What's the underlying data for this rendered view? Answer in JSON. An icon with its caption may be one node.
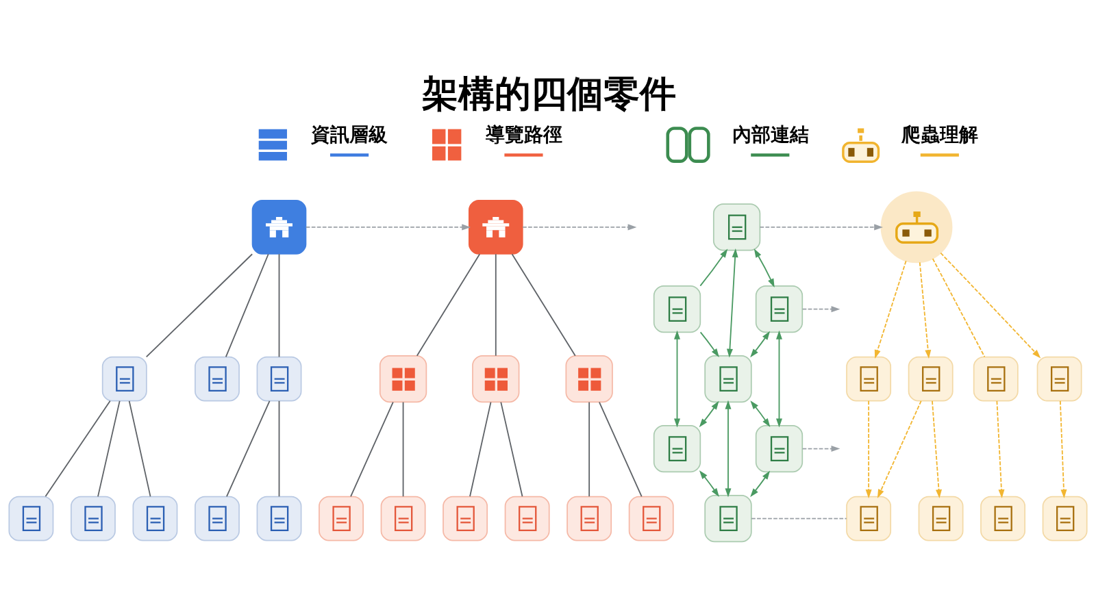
{
  "diagram": {
    "title": "架構的四個零件",
    "nodes": [
      {
        "text": [],
        "shape": "box"
      },
      {
        "text": [],
        "shape": "box"
      },
      {
        "text": [],
        "shape": "box"
      },
      {
        "text": [],
        "shape": "box"
      },
      {
        "text": [],
        "shape": "box"
      },
      {
        "text": [],
        "shape": "box"
      },
      {
        "text": [],
        "shape": "box"
      },
      {
        "text": [],
        "shape": "box"
      },
      {
        "text": [],
        "shape": "box"
      },
      {
        "text": [],
        "shape": "box"
      },
      {
        "text": [],
        "shape": "box"
      },
      {
        "text": [],
        "shape": "box"
      },
      {
        "text": [],
        "shape": "box"
      },
      {
        "text": [],
        "shape": "box"
      },
      {
        "text": [],
        "shape": "box"
      },
      {
        "text": [],
        "shape": "box"
      },
      {
        "text": [],
        "shape": "box"
      },
      {
        "text": [],
        "shape": "box"
      },
      {
        "text": [],
        "shape": "box"
      },
      {
        "text": [],
        "shape": "box"
      },
      {
        "text": [],
        "shape": "box"
      },
      {
        "text": [],
        "shape": "box"
      },
      {
        "text": [],
        "shape": "box"
      },
      {
        "text": [],
        "shape": "box"
      },
      {
        "text": [],
        "shape": "box"
      },
      {
        "text": [],
        "shape": "box"
      },
      {
        "text": [],
        "shape": "circle"
      },
      {
        "text": [],
        "shape": "box"
      },
      {
        "text": [],
        "shape": "box"
      },
      {
        "text": [],
        "shape": "box"
      },
      {
        "text": [],
        "shape": "box"
      },
      {
        "text": [],
        "shape": "box"
      },
      {
        "text": [],
        "shape": "box"
      },
      {
        "text": [],
        "shape": "box"
      },
      {
        "text": [],
        "shape": "box"
      }
    ],
    "edges": [
      {
        "from": 0,
        "to": 1,
        "arrow": "none"
      },
      {
        "from": 0,
        "to": 2,
        "arrow": "none"
      },
      {
        "from": 0,
        "to": 3,
        "arrow": "none"
      },
      {
        "from": 1,
        "to": 4,
        "arrow": "none"
      },
      {
        "from": 1,
        "to": 5,
        "arrow": "none"
      },
      {
        "from": 1,
        "to": 6,
        "arrow": "none"
      },
      {
        "from": 3,
        "to": 7,
        "arrow": "none"
      },
      {
        "from": 3,
        "to": 8,
        "arrow": "none"
      },
      {
        "from": 9,
        "to": 10,
        "arrow": "none"
      },
      {
        "from": 9,
        "to": 11,
        "arrow": "none"
      },
      {
        "from": 9,
        "to": 12,
        "arrow": "none"
      },
      {
        "from": 10,
        "to": 13,
        "arrow": "none"
      },
      {
        "from": 10,
        "to": 14,
        "arrow": "none"
      },
      {
        "from": 11,
        "to": 15,
        "arrow": "none"
      },
      {
        "from": 11,
        "to": 16,
        "arrow": "none"
      },
      {
        "from": 12,
        "to": 17,
        "arrow": "none"
      },
      {
        "from": 12,
        "to": 18,
        "arrow": "none"
      },
      {
        "from": 0,
        "to": 9,
        "arrow": "to",
        "style": "dashed",
        "color": "#9aa0a6"
      },
      {
        "from": 9,
        "to": null,
        "arrow": "to",
        "style": "dashed",
        "color": "#9aa0a6"
      },
      {
        "from": 20,
        "to": 19,
        "arrow": "to",
        "color": "#4a9a62"
      },
      {
        "from": 20,
        "to": 22,
        "arrow": "to",
        "color": "#4a9a62"
      },
      {
        "from": 19,
        "to": 22,
        "arrow": "both",
        "color": "#4a9a62"
      },
      {
        "from": 19,
        "to": 21,
        "arrow": "both",
        "color": "#4a9a62"
      },
      {
        "from": 21,
        "to": 22,
        "arrow": "both",
        "color": "#4a9a62"
      },
      {
        "from": 20,
        "to": 23,
        "arrow": "both",
        "color": "#4a9a62"
      },
      {
        "from": 21,
        "to": 24,
        "arrow": "both",
        "color": "#4a9a62"
      },
      {
        "from": 22,
        "to": 23,
        "arrow": "both",
        "color": "#4a9a62"
      },
      {
        "from": 22,
        "to": 25,
        "arrow": "both",
        "color": "#4a9a62"
      },
      {
        "from": 22,
        "to": 24,
        "arrow": "both",
        "color": "#4a9a62"
      },
      {
        "from": 23,
        "to": 25,
        "arrow": "both",
        "color": "#4a9a62"
      },
      {
        "from": 25,
        "to": 24,
        "arrow": "both",
        "color": "#4a9a62"
      },
      {
        "from": 19,
        "to": 26,
        "arrow": "to",
        "style": "dashed",
        "color": "#9aa0a6"
      },
      {
        "from": 21,
        "to": null,
        "arrow": "to",
        "style": "dashed",
        "color": "#9aa0a6"
      },
      {
        "from": 24,
        "to": null,
        "arrow": "to",
        "style": "dashed",
        "color": "#9aa0a6"
      },
      {
        "from": 25,
        "to": 31,
        "arrow": "none",
        "style": "dashed",
        "color": "#9aa0a6"
      },
      {
        "from": 26,
        "to": 27,
        "arrow": "to",
        "style": "dashed",
        "color": "#f2b632"
      },
      {
        "from": 26,
        "to": 28,
        "arrow": "to",
        "style": "dashed",
        "color": "#f2b632"
      },
      {
        "from": 26,
        "to": 29,
        "arrow": "none",
        "style": "dashed",
        "color": "#f2b632"
      },
      {
        "from": 26,
        "to": 30,
        "arrow": "to",
        "style": "dashed",
        "color": "#f2b632"
      },
      {
        "from": 27,
        "to": 31,
        "arrow": "to",
        "style": "dashed",
        "color": "#f2b632"
      },
      {
        "from": 28,
        "to": 31,
        "arrow": "to",
        "style": "dashed",
        "color": "#f2b632"
      },
      {
        "from": 28,
        "to": 32,
        "arrow": "to",
        "style": "dashed",
        "color": "#f2b632"
      },
      {
        "from": 29,
        "to": 33,
        "arrow": "to",
        "style": "dashed",
        "color": "#f2b632"
      },
      {
        "from": 30,
        "to": 34,
        "arrow": "to",
        "style": "dashed",
        "color": "#f2b632"
      }
    ],
    "labels": [
      "資訊層級",
      "導覽路徑",
      "內部連結",
      "爬蟲理解"
    ]
  }
}
